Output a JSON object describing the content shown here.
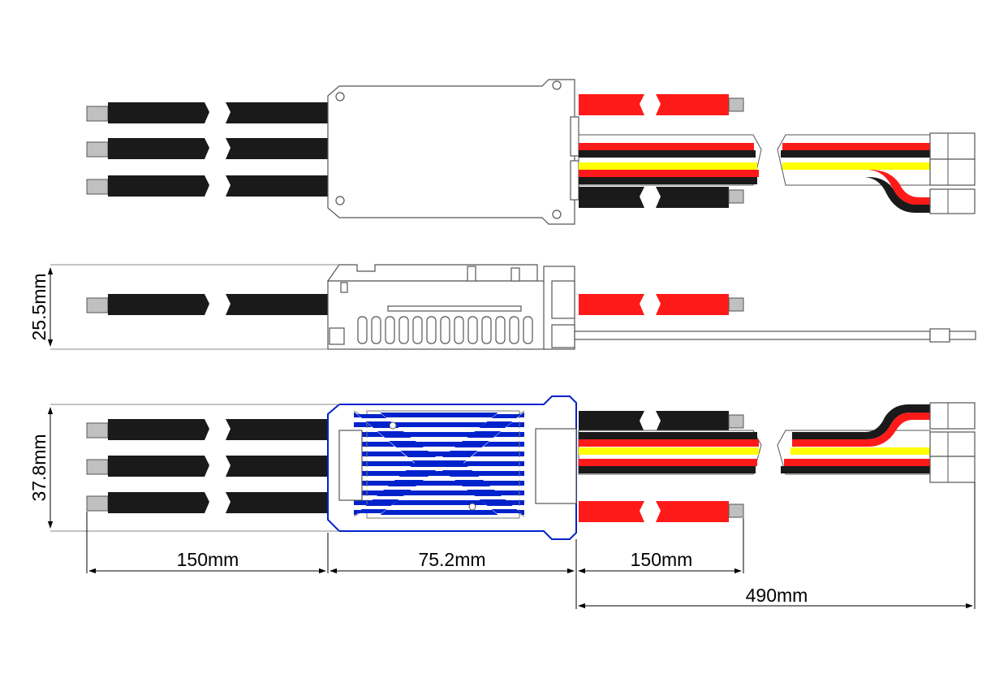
{
  "dimensions": {
    "side_height": "25.5mm",
    "bottom_height": "37.8mm",
    "motor_wire_length": "150mm",
    "body_length": "75.2mm",
    "battery_wire_length": "150mm",
    "signal_wire_length": "490mm"
  },
  "colors": {
    "motor_wire": "#1a1a1a",
    "battery_positive": "#ff1a1a",
    "battery_negative": "#1a1a1a",
    "signal_red": "#ff1a1a",
    "signal_yellow": "#ffff00",
    "signal_black": "#1a1a1a",
    "heatsink_accent": "#0022cc",
    "connector_tip": "#c0c0c0"
  }
}
